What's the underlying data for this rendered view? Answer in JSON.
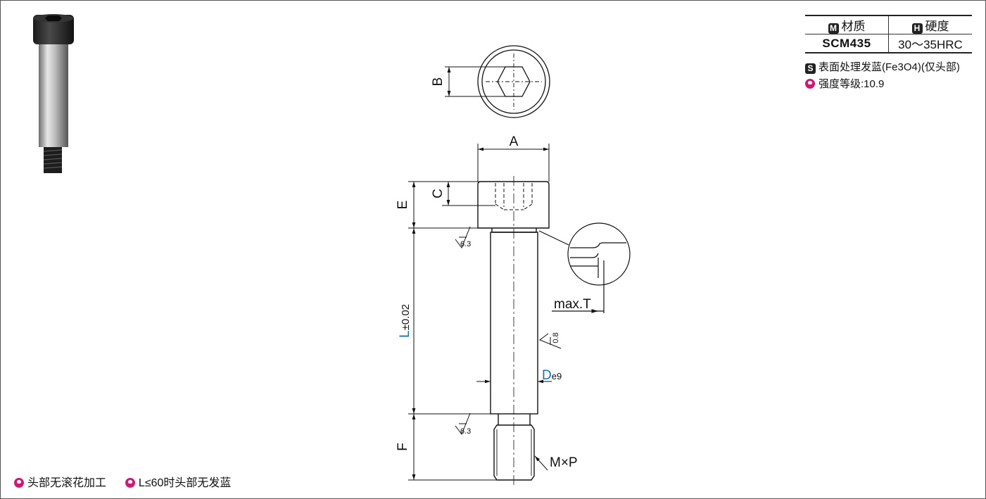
{
  "spec_table": {
    "material_badge": "M",
    "material_header": "材质",
    "hardness_badge": "H",
    "hardness_header": "硬度",
    "material_value": "SCM435",
    "hardness_value": "30～35HRC"
  },
  "notes": {
    "surface_badge": "S",
    "surface_text": "表面处理发蓝(Fe3O4)(仅头部)",
    "strength_text": "强度等级:10.9"
  },
  "footnotes": {
    "note1": "头部无滚花加工",
    "note2": "L≤60时头部无发蓝"
  },
  "dimensions": {
    "A": "A",
    "B": "B",
    "C": "C",
    "E": "E",
    "F": "F",
    "L": "L",
    "L_tol": "±0.02",
    "D": "D",
    "D_tol": "e9",
    "maxT": "max.T",
    "MxP": "M×P",
    "rough_head": "6.3",
    "rough_thread": "6.3",
    "rough_shaft": "0.8"
  },
  "colors": {
    "accent_blue": "#1c70b4",
    "pin_magenta": "#d0187a"
  }
}
